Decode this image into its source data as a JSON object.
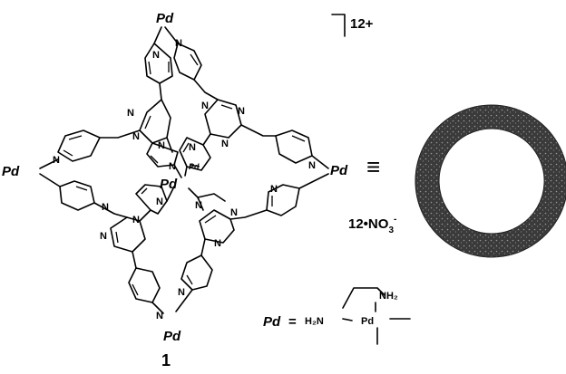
{
  "molecule": {
    "charge": "12+",
    "counterion": "12•NO",
    "counterion_sub": "3",
    "counterion_sup": "-",
    "compound_number": "1",
    "equivalence_symbol": "≡"
  },
  "atoms": {
    "palladium": "Pd",
    "nitrogen": "N"
  },
  "legend": {
    "pd_label": "Pd",
    "equals": "=",
    "h2n": "H₂N",
    "nh2": "NH₂",
    "pd_center": "Pd",
    "dash": "—"
  },
  "colors": {
    "ring_fill": "#3a3a3a",
    "ring_speckle": "#9a9a9a",
    "ink": "#000000"
  },
  "icons": {
    "ring": "torus-ring-icon",
    "bracket": "charge-bracket-icon"
  }
}
